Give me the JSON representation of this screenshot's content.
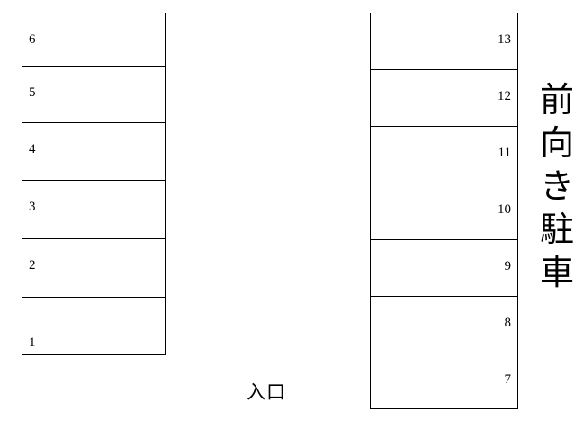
{
  "diagram": {
    "title": "parking-lot-layout",
    "line_color": "#000000",
    "background_color": "#ffffff",
    "left_block": {
      "name": "left-parking-block",
      "stalls": [
        {
          "number": "6"
        },
        {
          "number": "5"
        },
        {
          "number": "4"
        },
        {
          "number": "3"
        },
        {
          "number": "2"
        },
        {
          "number": "1"
        }
      ]
    },
    "right_block": {
      "name": "right-parking-block",
      "stalls": [
        {
          "number": "13"
        },
        {
          "number": "12"
        },
        {
          "number": "11"
        },
        {
          "number": "10"
        },
        {
          "number": "9"
        },
        {
          "number": "8"
        },
        {
          "number": "7"
        }
      ]
    },
    "entrance_label": "入口",
    "notice_vertical": {
      "full_text": "前向き駐車",
      "chars": [
        "前",
        "向",
        "き",
        "駐",
        "車"
      ]
    }
  }
}
